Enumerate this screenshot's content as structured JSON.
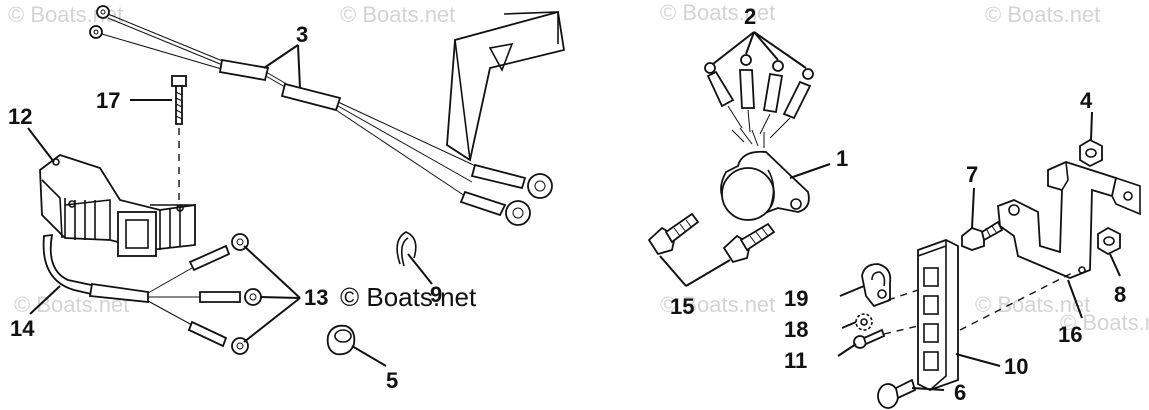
{
  "credit": "© Boats.net",
  "watermarks": [
    "© Boats.net",
    "© Boats.net",
    "© Boats.net",
    "© Boats.net",
    "© Boats.net",
    "© Boats.net",
    "© Boats.net",
    "© Boats.net"
  ],
  "callouts": {
    "c1": "1",
    "c2": "2",
    "c3": "3",
    "c4": "4",
    "c5": "5",
    "c6": "6",
    "c7": "7",
    "c8": "8",
    "c9": "9",
    "c10": "10",
    "c11": "11",
    "c12": "12",
    "c13": "13",
    "c14": "14",
    "c15": "15",
    "c16": "16",
    "c17": "17",
    "c18": "18",
    "c19": "19"
  }
}
